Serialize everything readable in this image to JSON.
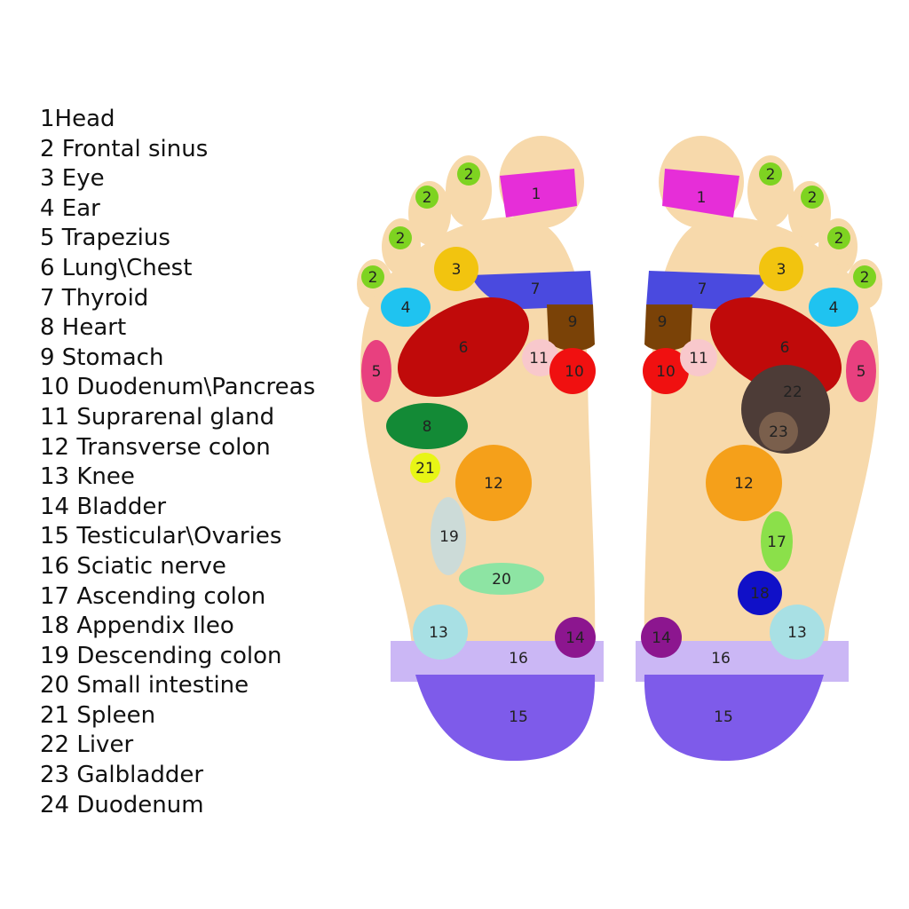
{
  "legend": [
    "1Head",
    "2 Frontal sinus",
    "3 Eye",
    "4 Ear",
    "5 Trapezius",
    "6 Lung\\Chest",
    "7 Thyroid",
    "8 Heart",
    "9 Stomach",
    "10 Duodenum\\Pancreas",
    "11 Suprarenal gland",
    "12 Transverse colon",
    "13 Knee",
    "14 Bladder",
    "15 Testicular\\Ovaries",
    "16 Sciatic nerve",
    "17 Ascending colon",
    "18 Appendix Ileo",
    "19 Descending colon",
    "20 Small intestine",
    "21 Spleen",
    "22 Liver",
    "23 Galbladder",
    "24 Duodenum"
  ],
  "colors": {
    "skin": "#f7d9ab",
    "head": "#e62ed8",
    "frontal_sinus": "#7ed321",
    "eye": "#f2c40f",
    "ear": "#1fc3f0",
    "trapezius": "#e8407f",
    "lung_chest": "#c00a0a",
    "thyroid": "#4a4adf",
    "heart": "#138a36",
    "stomach": "#7a4207",
    "duodenum_pancreas": "#f01010",
    "suprarenal_gland": "#f8c8cc",
    "transverse_colon": "#f5a01a",
    "knee": "#a8e0e4",
    "bladder": "#8c168f",
    "testicular_ovaries": "#7e5bea",
    "sciatic_nerve": "#cbb7f5",
    "ascending_colon": "#8be04a",
    "appendix_ileo": "#1010c8",
    "descending_colon": "#ccdbd8",
    "small_intestine": "#8de4a3",
    "spleen": "#e8f515",
    "liver": "#4d3c37",
    "galbladder": "#7a5f4c"
  },
  "left_foot_labels": {
    "head": "1",
    "frontal_sinus": [
      "2",
      "2",
      "2",
      "2"
    ],
    "eye": "3",
    "ear": "4",
    "trapezius": "5",
    "lung_chest": "6",
    "thyroid": "7",
    "heart": "8",
    "stomach": "9",
    "suprarenal_gland": "11",
    "duodenum_pancreas": "10",
    "transverse_colon": "12",
    "knee": "13",
    "bladder": "14",
    "testicular_ovaries": "15",
    "sciatic_nerve": "16",
    "descending_colon": "19",
    "small_intestine": "20",
    "spleen": "21"
  },
  "right_foot_labels": {
    "head": "1",
    "frontal_sinus": [
      "2",
      "2",
      "2",
      "2"
    ],
    "eye": "3",
    "ear": "4",
    "trapezius": "5",
    "lung_chest": "6",
    "thyroid": "7",
    "stomach": "9",
    "duodenum_pancreas": "10",
    "suprarenal_gland": "11",
    "transverse_colon": "12",
    "knee": "13",
    "bladder": "14",
    "testicular_ovaries": "15",
    "sciatic_nerve": "16",
    "ascending_colon": "17",
    "appendix_ileo": "18",
    "liver": "22",
    "galbladder": "23"
  }
}
